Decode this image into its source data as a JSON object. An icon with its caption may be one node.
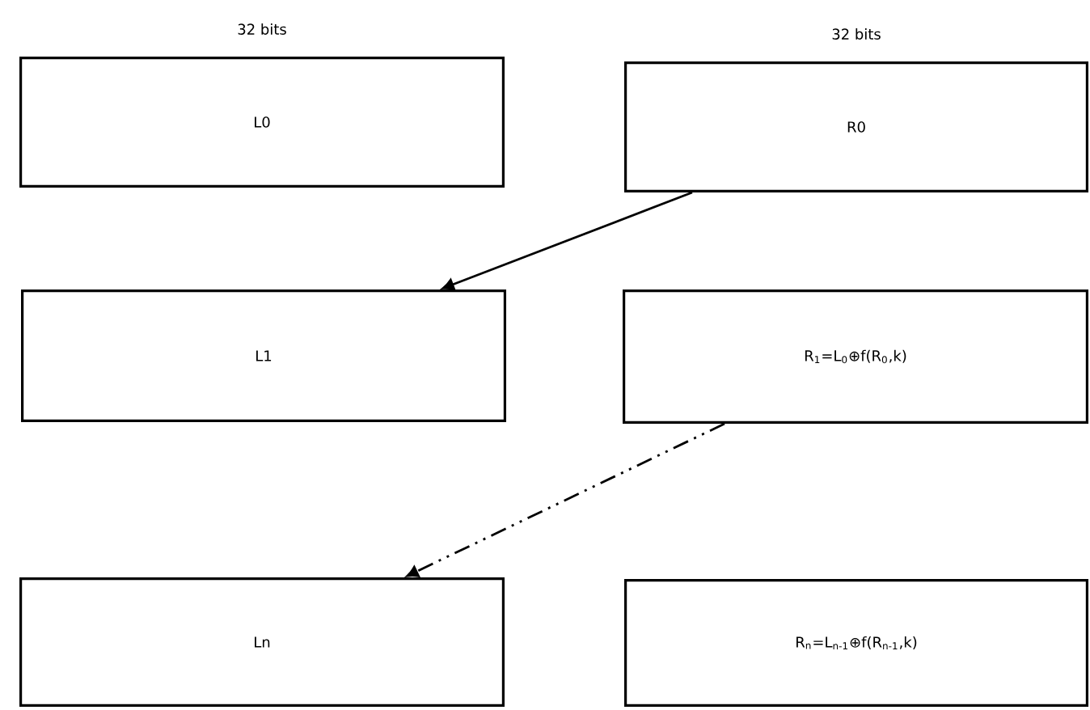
{
  "diagram": {
    "nodes": [
      {
        "text": [
          "32 bits",
          "L0"
        ]
      },
      {
        "text": [
          "32 bits",
          "R0"
        ]
      },
      {
        "text": [
          "L1"
        ]
      },
      {
        "text": [
          "R$_{1}$=L$_{0}$⊕f(R$_{0}$,k)"
        ]
      },
      {
        "text": [
          "Ln"
        ]
      },
      {
        "text": [
          "R$_{n}$=L$_{n-1}$⊕f(R$_{n-1}$,k)"
        ]
      }
    ],
    "edges": [
      {
        "from": 1,
        "to": 2,
        "arrow": "to"
      },
      {
        "from": 3,
        "to": 4,
        "arrow": "to",
        "style": "dashed"
      }
    ]
  }
}
